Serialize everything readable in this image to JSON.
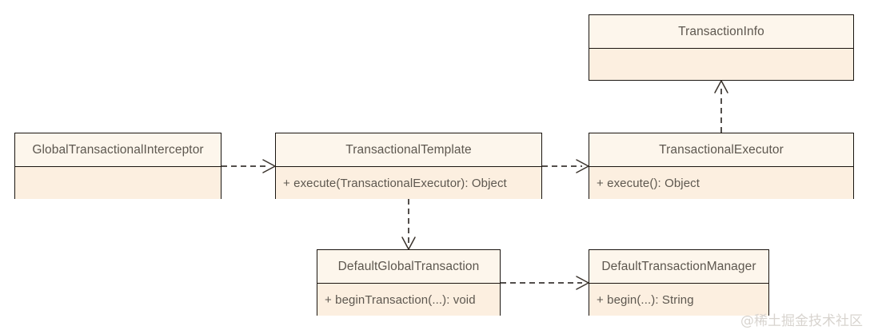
{
  "diagram": {
    "type": "uml-class-diagram",
    "watermark": "@稀土掘金技术社区",
    "colors": {
      "box_border": "#1a1510",
      "header_fill": "#fdf6ec",
      "body_fill": "#fcefe0",
      "text": "#5d574f",
      "edge": "#1a1510",
      "background": "#ffffff",
      "watermark": "#d8d4cf"
    },
    "classes": [
      {
        "id": "transaction-info",
        "name": "TransactionInfo",
        "members": [],
        "empty_body": true
      },
      {
        "id": "global-transactional-interceptor",
        "name": "GlobalTransactionalInterceptor",
        "members": [],
        "empty_body": true
      },
      {
        "id": "transactional-template",
        "name": "TransactionalTemplate",
        "members": [
          "+ execute(TransactionalExecutor): Object"
        ],
        "empty_body": false
      },
      {
        "id": "transactional-executor",
        "name": "TransactionalExecutor",
        "members": [
          "+ execute(): Object"
        ],
        "empty_body": false
      },
      {
        "id": "default-global-transaction",
        "name": "DefaultGlobalTransaction",
        "members": [
          "+ beginTransaction(...): void"
        ],
        "empty_body": false
      },
      {
        "id": "default-transaction-manager",
        "name": "DefaultTransactionManager",
        "members": [
          "+ begin(...): String"
        ],
        "empty_body": false
      }
    ],
    "edges": [
      {
        "id": "edge-interceptor-to-template",
        "from": "global-transactional-interceptor",
        "to": "transactional-template",
        "style": "dashed",
        "arrowhead": "open",
        "label": ""
      },
      {
        "id": "edge-template-to-executor",
        "from": "transactional-template",
        "to": "transactional-executor",
        "style": "dashed",
        "arrowhead": "open",
        "label": ""
      },
      {
        "id": "edge-executor-to-info",
        "from": "transactional-executor",
        "to": "transaction-info",
        "style": "dashed",
        "arrowhead": "open",
        "label": ""
      },
      {
        "id": "edge-template-to-default-global-transaction",
        "from": "transactional-template",
        "to": "default-global-transaction",
        "style": "dashed",
        "arrowhead": "open",
        "label": ""
      },
      {
        "id": "edge-default-global-transaction-to-manager",
        "from": "default-global-transaction",
        "to": "default-transaction-manager",
        "style": "dashed",
        "arrowhead": "open",
        "label": ""
      }
    ]
  }
}
